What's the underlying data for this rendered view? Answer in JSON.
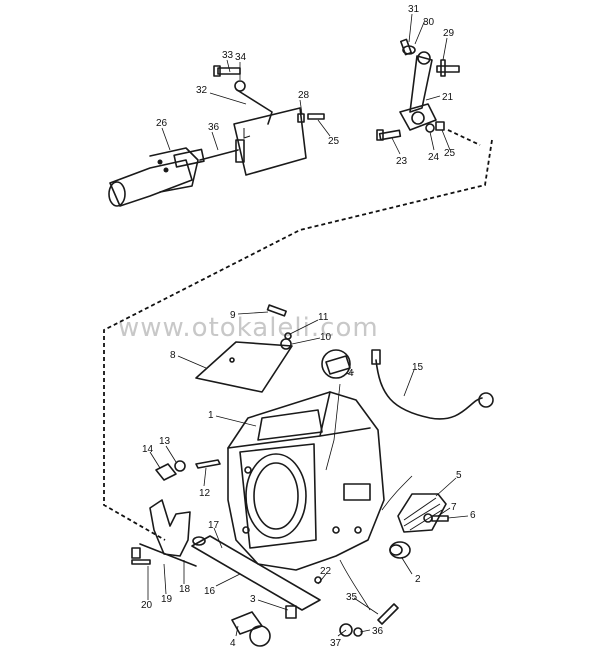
{
  "watermark": "www.otokaleli.com",
  "callouts": [
    {
      "id": "c31",
      "text": "31"
    },
    {
      "id": "c30",
      "text": "30"
    },
    {
      "id": "c29",
      "text": "29"
    },
    {
      "id": "c21",
      "text": "21"
    },
    {
      "id": "c23",
      "text": "23"
    },
    {
      "id": "c24",
      "text": "24"
    },
    {
      "id": "c25a",
      "text": "25"
    },
    {
      "id": "c33",
      "text": "33"
    },
    {
      "id": "c34",
      "text": "34"
    },
    {
      "id": "c32",
      "text": "32"
    },
    {
      "id": "c28",
      "text": "28"
    },
    {
      "id": "c25b",
      "text": "25"
    },
    {
      "id": "c26",
      "text": "26"
    },
    {
      "id": "c36a",
      "text": "36"
    },
    {
      "id": "c9",
      "text": "9"
    },
    {
      "id": "c11",
      "text": "11"
    },
    {
      "id": "c10",
      "text": "10"
    },
    {
      "id": "c8",
      "text": "8"
    },
    {
      "id": "c4a",
      "text": "4"
    },
    {
      "id": "c15",
      "text": "15"
    },
    {
      "id": "c1",
      "text": "1"
    },
    {
      "id": "c14",
      "text": "14"
    },
    {
      "id": "c13",
      "text": "13"
    },
    {
      "id": "c12",
      "text": "12"
    },
    {
      "id": "c5",
      "text": "5"
    },
    {
      "id": "c7",
      "text": "7"
    },
    {
      "id": "c6",
      "text": "6"
    },
    {
      "id": "c17",
      "text": "17"
    },
    {
      "id": "c2",
      "text": "2"
    },
    {
      "id": "c22",
      "text": "22"
    },
    {
      "id": "c20",
      "text": "20"
    },
    {
      "id": "c19",
      "text": "19"
    },
    {
      "id": "c18",
      "text": "18"
    },
    {
      "id": "c16",
      "text": "16"
    },
    {
      "id": "c3",
      "text": "3"
    },
    {
      "id": "c35",
      "text": "35"
    },
    {
      "id": "c4b",
      "text": "4"
    },
    {
      "id": "c37",
      "text": "37"
    },
    {
      "id": "c36b",
      "text": "36"
    }
  ]
}
